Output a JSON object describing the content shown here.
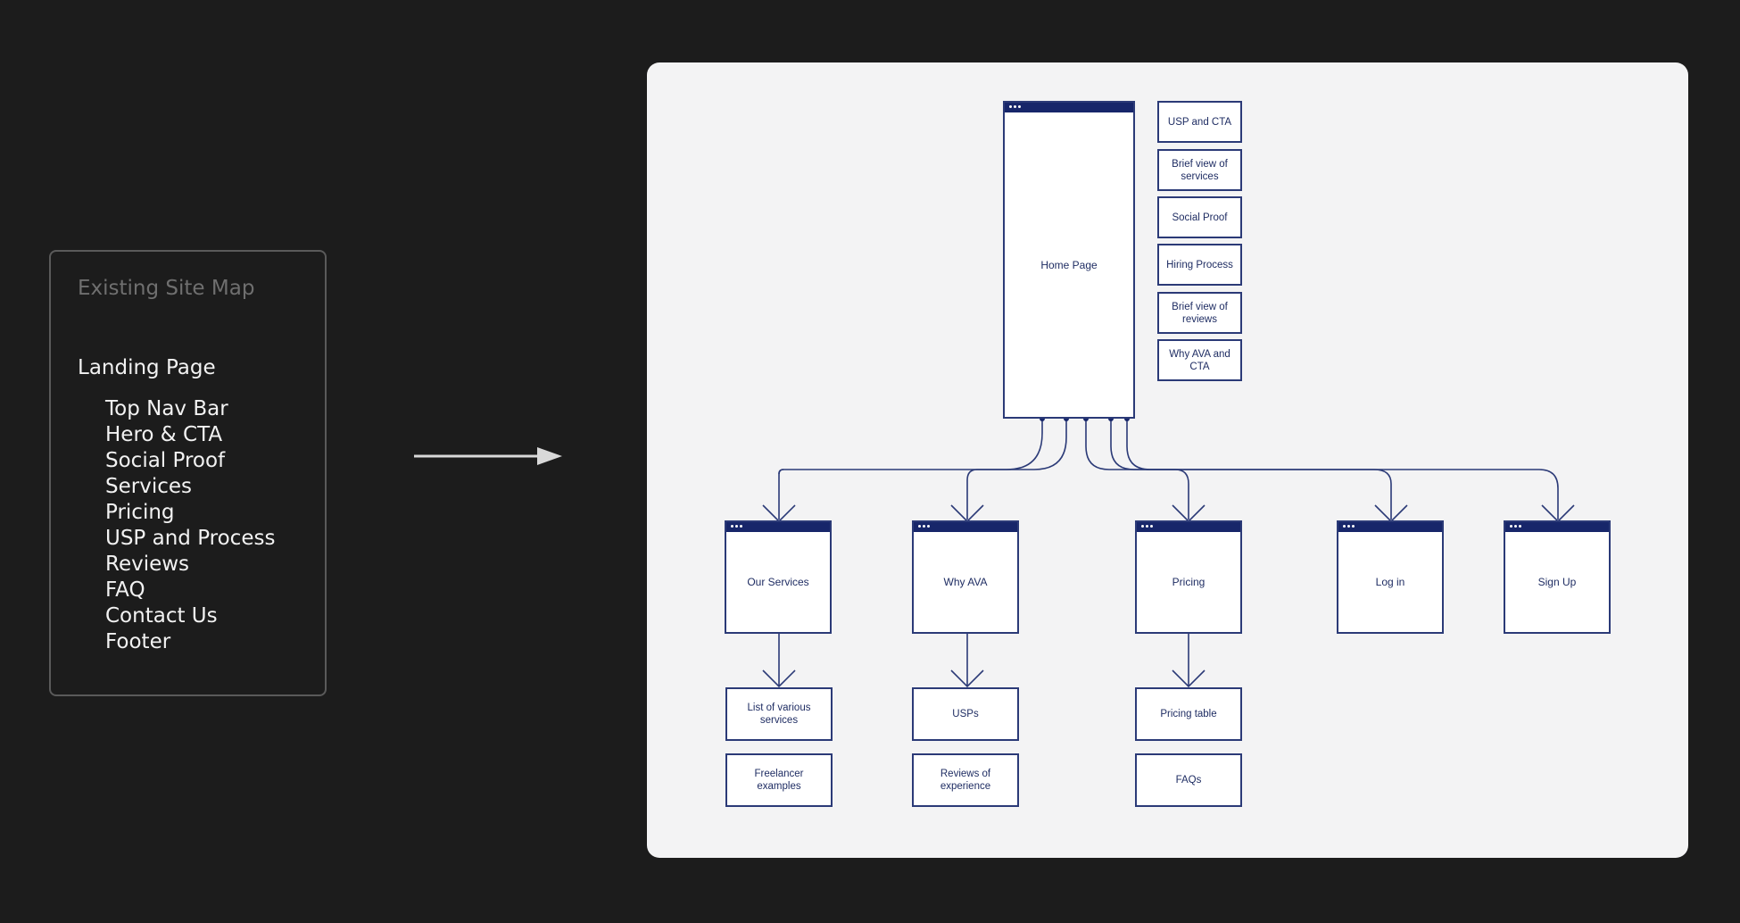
{
  "existing_site_map": {
    "title": "Existing Site Map",
    "landing": "Landing Page",
    "items": [
      "Top Nav Bar",
      "Hero & CTA",
      "Social Proof",
      "Services",
      "Pricing",
      "USP and Process",
      "Reviews",
      "FAQ",
      "Contact Us",
      "Footer"
    ]
  },
  "new_site_map": {
    "home": "Home Page",
    "home_sections": [
      "USP and CTA",
      "Brief view of services",
      "Social Proof",
      "Hiring Process",
      "Brief view of reviews",
      "Why AVA and CTA"
    ],
    "pages": [
      {
        "name": "Our Services",
        "children": [
          "List of various services",
          "Freelancer examples"
        ]
      },
      {
        "name": "Why AVA",
        "children": [
          "USPs",
          "Reviews of experience"
        ]
      },
      {
        "name": "Pricing",
        "children": [
          "Pricing table",
          "FAQs"
        ]
      },
      {
        "name": "Log in",
        "children": []
      },
      {
        "name": "Sign Up",
        "children": []
      }
    ]
  },
  "colors": {
    "background": "#1c1c1c",
    "canvas": "#f3f3f4",
    "accent": "#17266a",
    "stroke": "#2b3a77"
  }
}
